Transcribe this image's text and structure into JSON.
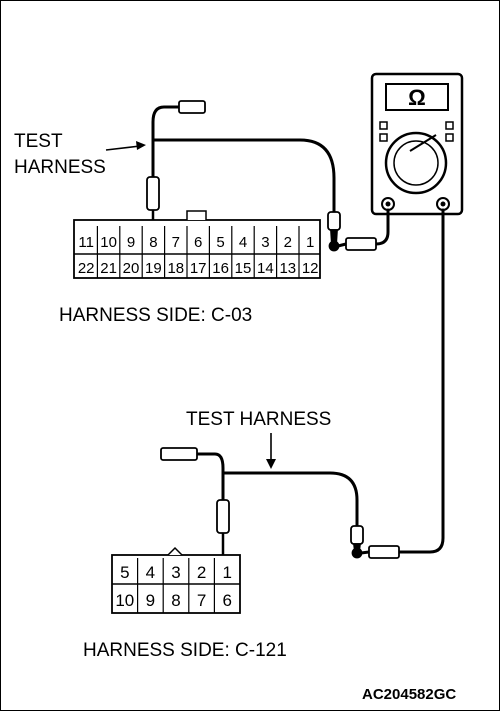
{
  "labels": {
    "test_harness_1": [
      "TEST",
      "HARNESS"
    ],
    "harness_side_1": "HARNESS SIDE: C-03",
    "test_harness_2": "TEST HARNESS",
    "harness_side_2": "HARNESS SIDE: C-121",
    "figure_code": "AC204582GC"
  },
  "meter": {
    "symbol": "Ω"
  },
  "connector_c03": {
    "top_row": [
      "11",
      "10",
      "9",
      "8",
      "7",
      "6",
      "5",
      "4",
      "3",
      "2",
      "1"
    ],
    "bottom_row": [
      "22",
      "21",
      "20",
      "19",
      "18",
      "17",
      "16",
      "15",
      "14",
      "13",
      "12"
    ]
  },
  "connector_c121": {
    "top_row": [
      "5",
      "4",
      "3",
      "2",
      "1"
    ],
    "bottom_row": [
      "10",
      "9",
      "8",
      "7",
      "6"
    ]
  }
}
